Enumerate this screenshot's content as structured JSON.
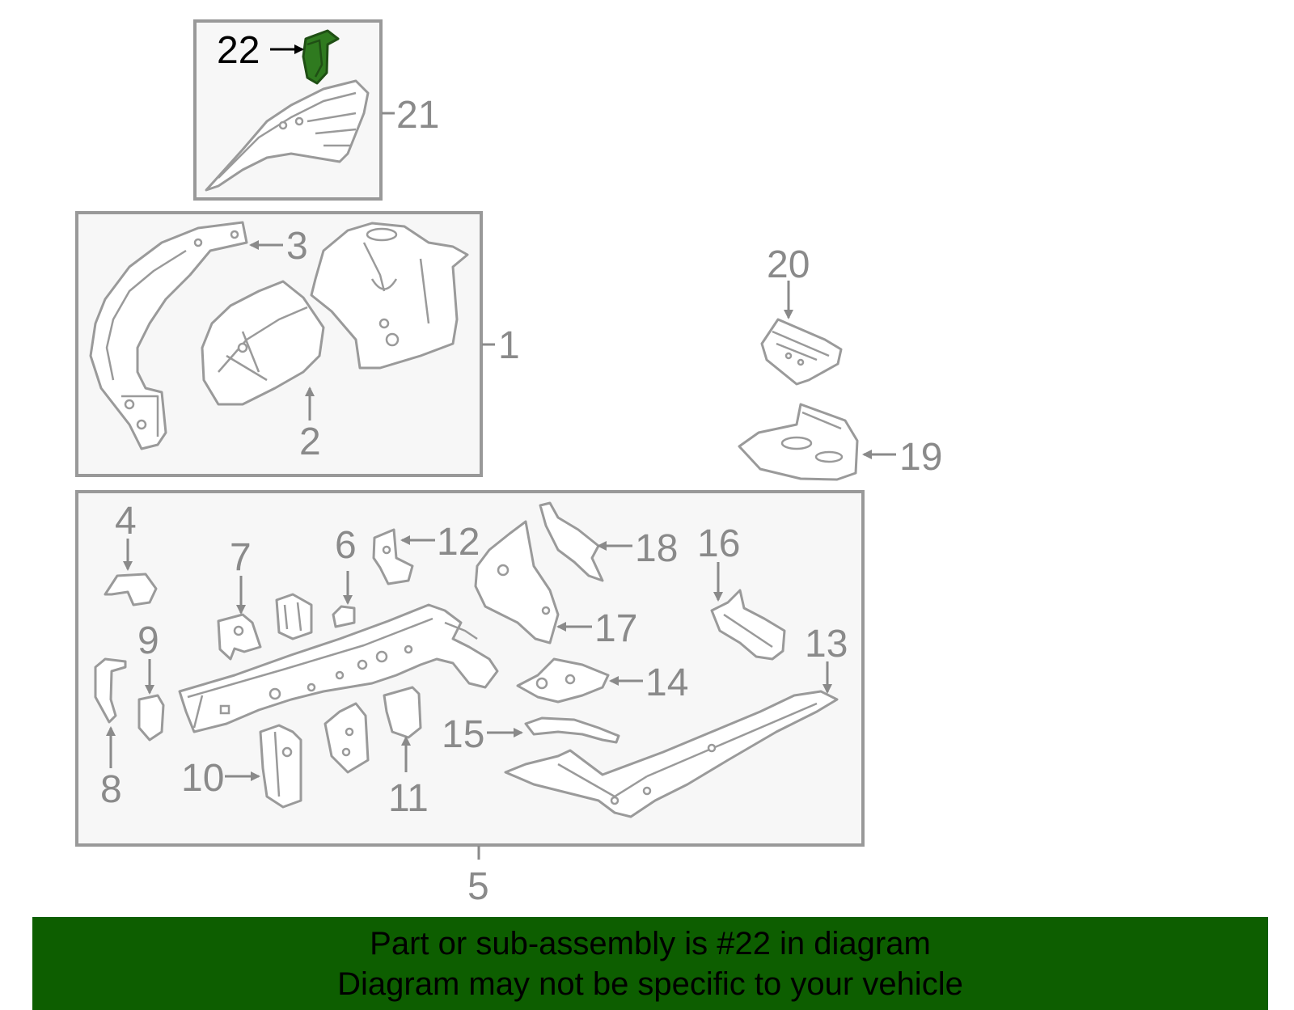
{
  "labels": {
    "p1": "1",
    "p2": "2",
    "p3": "3",
    "p4": "4",
    "p5": "5",
    "p6": "6",
    "p7": "7",
    "p8": "8",
    "p9": "9",
    "p10": "10",
    "p11": "11",
    "p12": "12",
    "p13": "13",
    "p14": "14",
    "p15": "15",
    "p16": "16",
    "p17": "17",
    "p18": "18",
    "p19": "19",
    "p20": "20",
    "p21": "21",
    "p22": "22"
  },
  "highlight": {
    "part": "22",
    "color": "#2f7a1f"
  },
  "colors": {
    "banner": "#0d5e00",
    "line": "#9a9a9a",
    "box_fill": "#f7f7f7"
  },
  "banner": {
    "line1": "Part or sub-assembly is #22 in diagram",
    "line2": "Diagram may not be specific to your vehicle"
  }
}
